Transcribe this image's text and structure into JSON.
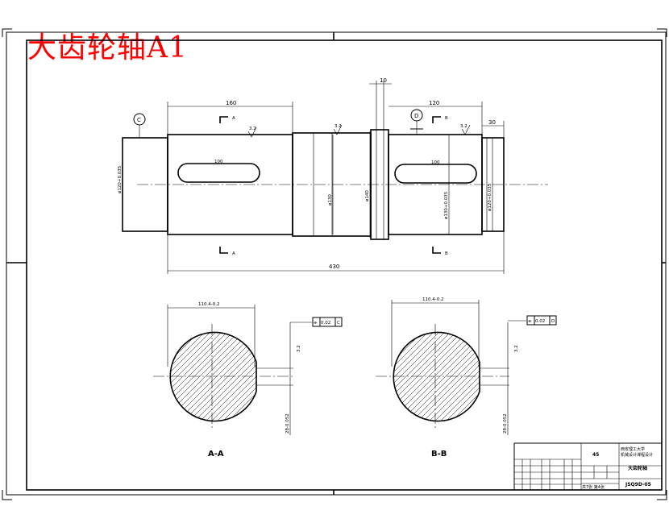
{
  "stamp": {
    "text": "大齿轮轴A1",
    "color": "#ff0000"
  },
  "main_view": {
    "dims": {
      "len_160": "160",
      "len_120": "120",
      "len_10": "10",
      "len_30": "30",
      "len_430": "430",
      "key_len_left": "100",
      "key_len_right": "100",
      "dia_130": "ø130",
      "dia_140": "ø140",
      "dia_left_shaft": "ø120+0.035",
      "dia_right_shaft": "ø120+0.035",
      "dia_right_end": "ø120+0.035",
      "dia_mid_right": "ø130+0.035"
    },
    "datum_c": "C",
    "datum_d": "D",
    "section_a": "A",
    "section_b": "B",
    "roughness": [
      "3.2",
      "3.2",
      "3.2"
    ]
  },
  "section_views": [
    {
      "title": "A-A",
      "width_dim": "110.4-0.2",
      "tolerance": "0.02",
      "datum": "C",
      "keyway": "28-0.052",
      "roughness": "3.2"
    },
    {
      "title": "B-B",
      "width_dim": "110.4-0.2",
      "tolerance": "0.02",
      "datum": "D",
      "keyway": "28-0.052",
      "roughness": "3.2"
    }
  ],
  "title_block": {
    "material": "45",
    "school": "西安理工大学",
    "dept": "机械设计课程设计",
    "part_name": "大齿轮轴",
    "drawing_no": "JSQ9D-05",
    "sheets": "共7张 第4张"
  }
}
